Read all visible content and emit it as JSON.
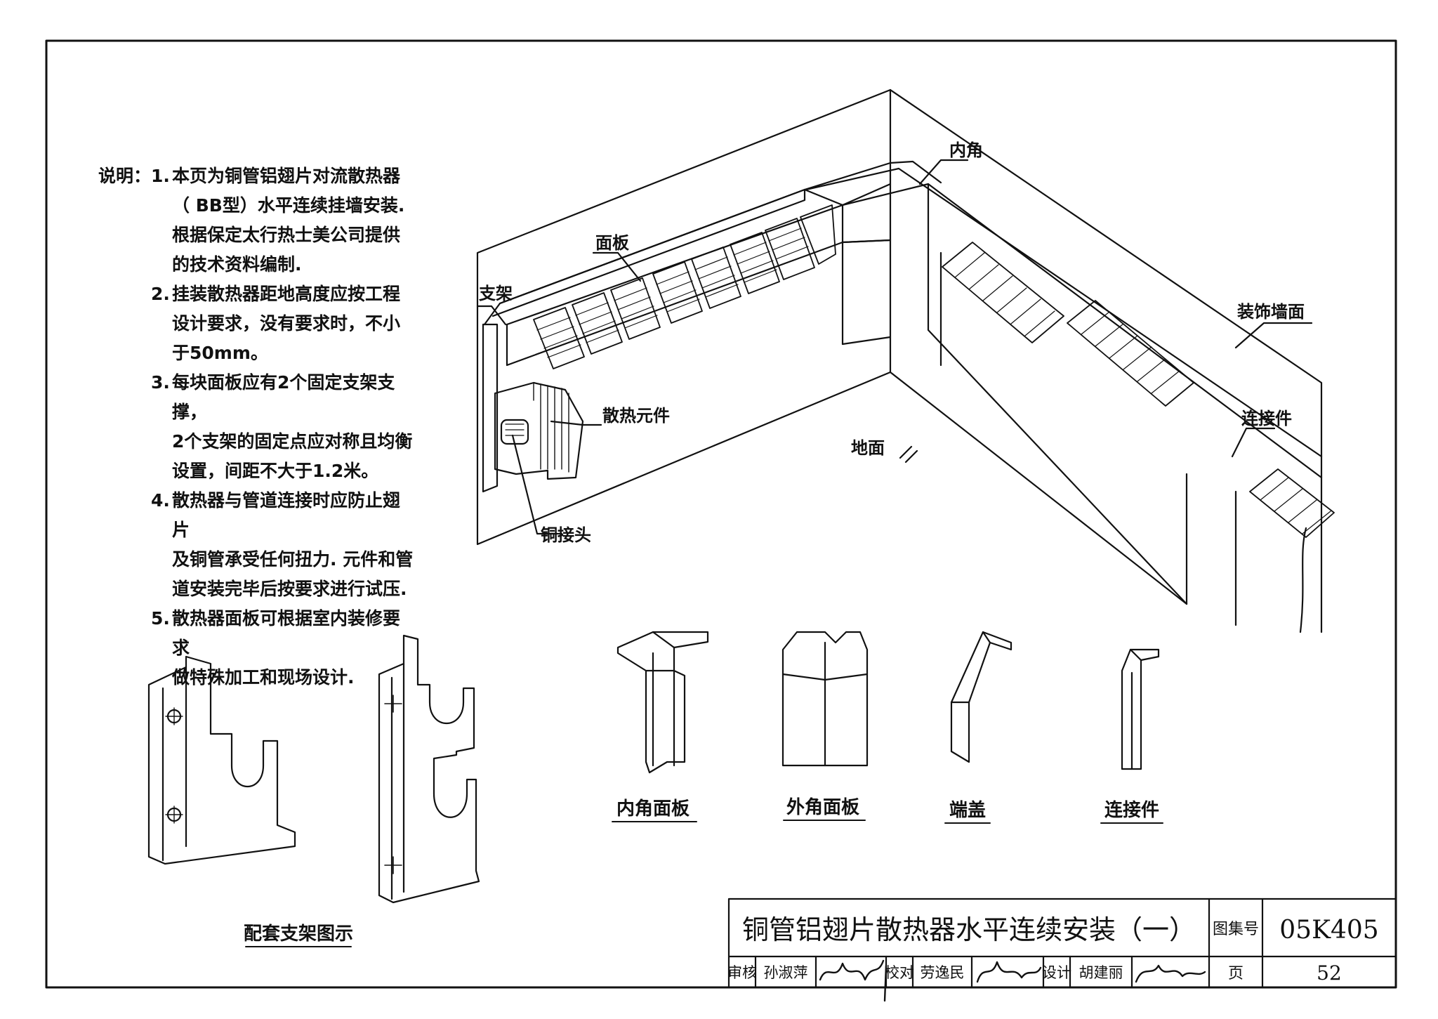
{
  "notes": {
    "heading": "说明：",
    "items": [
      {
        "num": "1.",
        "lines": [
          "本页为铜管铝翅片对流散热器",
          "（ BB型）水平连续挂墙安装.",
          "根据保定太行热士美公司提供",
          "的技术资料编制."
        ]
      },
      {
        "num": "2.",
        "lines": [
          "挂装散热器距地高度应按工程",
          "设计要求，没有要求时，不小",
          "于50mm。"
        ]
      },
      {
        "num": "3.",
        "lines": [
          "每块面板应有2个固定支架支撑，",
          "2个支架的固定点应对称且均衡",
          "设置，间距不大于1.2米。"
        ]
      },
      {
        "num": "4.",
        "lines": [
          "散热器与管道连接时应防止翅片",
          "及铜管承受任何扭力. 元件和管",
          "道安装完毕后按要求进行试压."
        ]
      },
      {
        "num": "5.",
        "lines": [
          "散热器面板可根据室内装修要求",
          "做特殊加工和现场设计."
        ]
      }
    ]
  },
  "labels": {
    "inner_corner": "内角",
    "panel": "面板",
    "bracket": "支架",
    "decor_wall": "装饰墙面",
    "element": "散热元件",
    "floor": "地面",
    "connector": "连接件",
    "copper_joint": "铜接头"
  },
  "captions": {
    "inner_panel": "内角面板",
    "outer_panel": "外角面板",
    "end_cap": "端盖",
    "connector": "连接件",
    "brackets": "配套支架图示"
  },
  "title_block": {
    "title": "铜管铝翅片散热器水平连续安装（一）",
    "atlas_label": "图集号",
    "atlas_no": "05K405",
    "review_label": "审核",
    "reviewer": "孙淑萍",
    "check_label": "校对",
    "checker": "劳逸民",
    "design_label": "设计",
    "designer": "胡建丽",
    "page_label": "页",
    "page_no": "52"
  }
}
